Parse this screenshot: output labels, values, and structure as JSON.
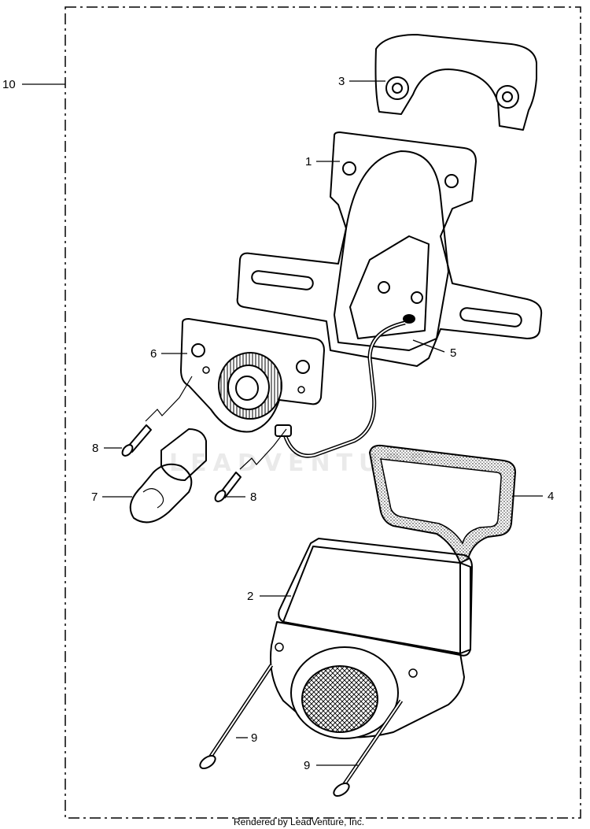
{
  "diagram": {
    "assembly_label": "10",
    "callouts": [
      "1",
      "2",
      "3",
      "4",
      "5",
      "6",
      "7",
      "8",
      "8",
      "9",
      "9"
    ],
    "footer": "Rendered by LeadVenture, Inc.",
    "watermark": "LEADVENTURE"
  }
}
